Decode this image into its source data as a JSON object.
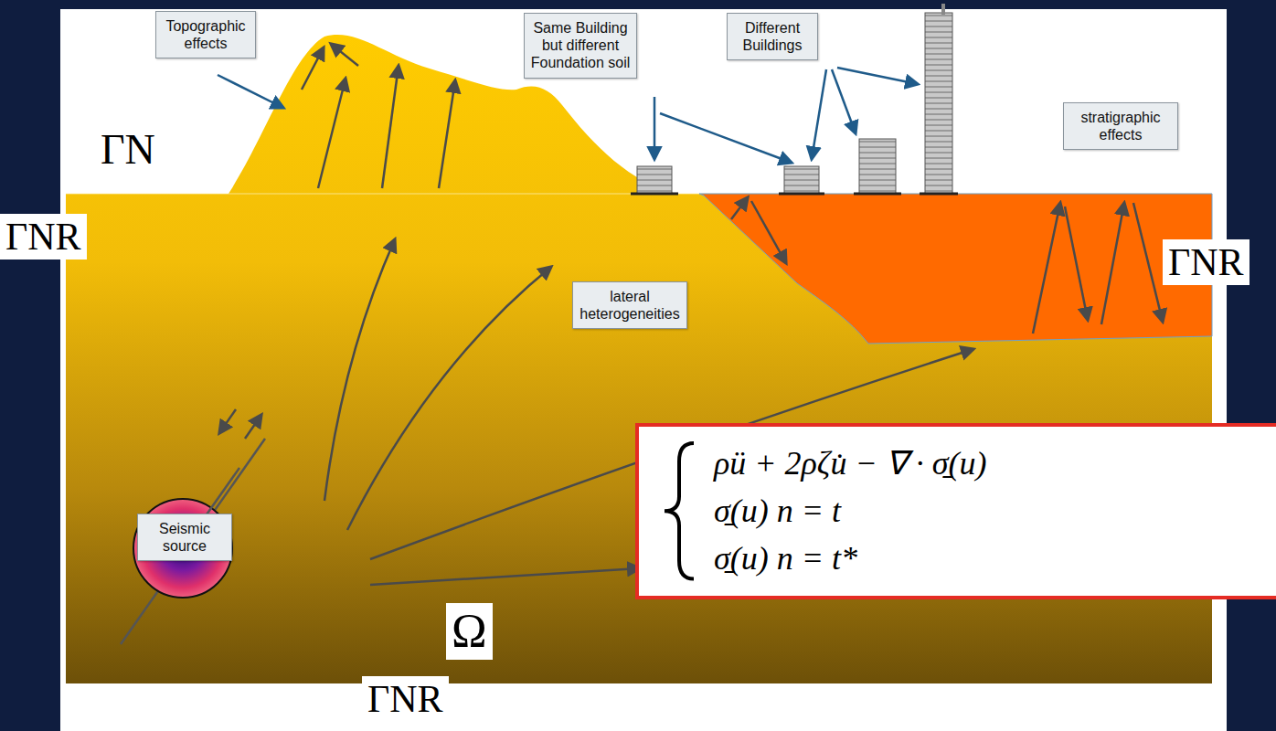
{
  "diagram": {
    "nodes": [
      {
        "text": [
          "Topographic effects"
        ]
      },
      {
        "text": [
          "Same Building but different Foundation soil"
        ]
      },
      {
        "text": [
          "Different Buildings"
        ]
      },
      {
        "text": [
          "stratigraphic effects"
        ]
      },
      {
        "text": [
          "lateral heterogeneities"
        ]
      },
      {
        "text": [
          "Seismic source"
        ]
      },
      {
        "text": [
          "ρü + 2ρζu̇ − ∇ · σ̱(u)",
          "σ̱(u) n = t",
          "σ̱(u) n = t*"
        ]
      }
    ],
    "labels": [
      "ΓN",
      "ΓNR",
      "ΓNR",
      "Ω",
      "ΓNR"
    ]
  }
}
